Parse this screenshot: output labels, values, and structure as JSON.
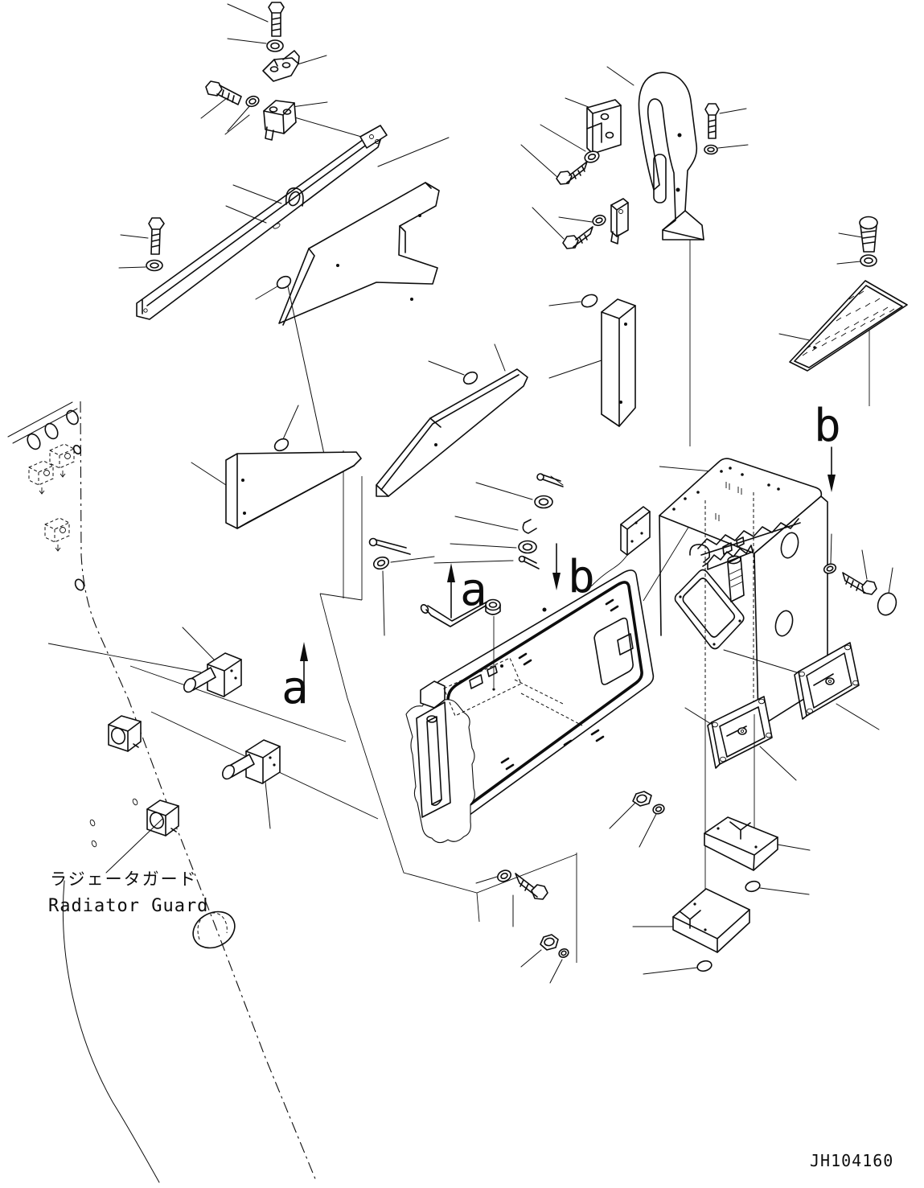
{
  "diagram": {
    "type": "exploded-parts-diagram",
    "background_color": "#ffffff",
    "line_color": "#0d0d0d",
    "labels": {
      "part_name_ja": "ラジェータガード",
      "part_name_en": "Radiator Guard",
      "drawing_number": "JH104160",
      "view_marker_a": "a",
      "view_marker_b": "b"
    }
  }
}
